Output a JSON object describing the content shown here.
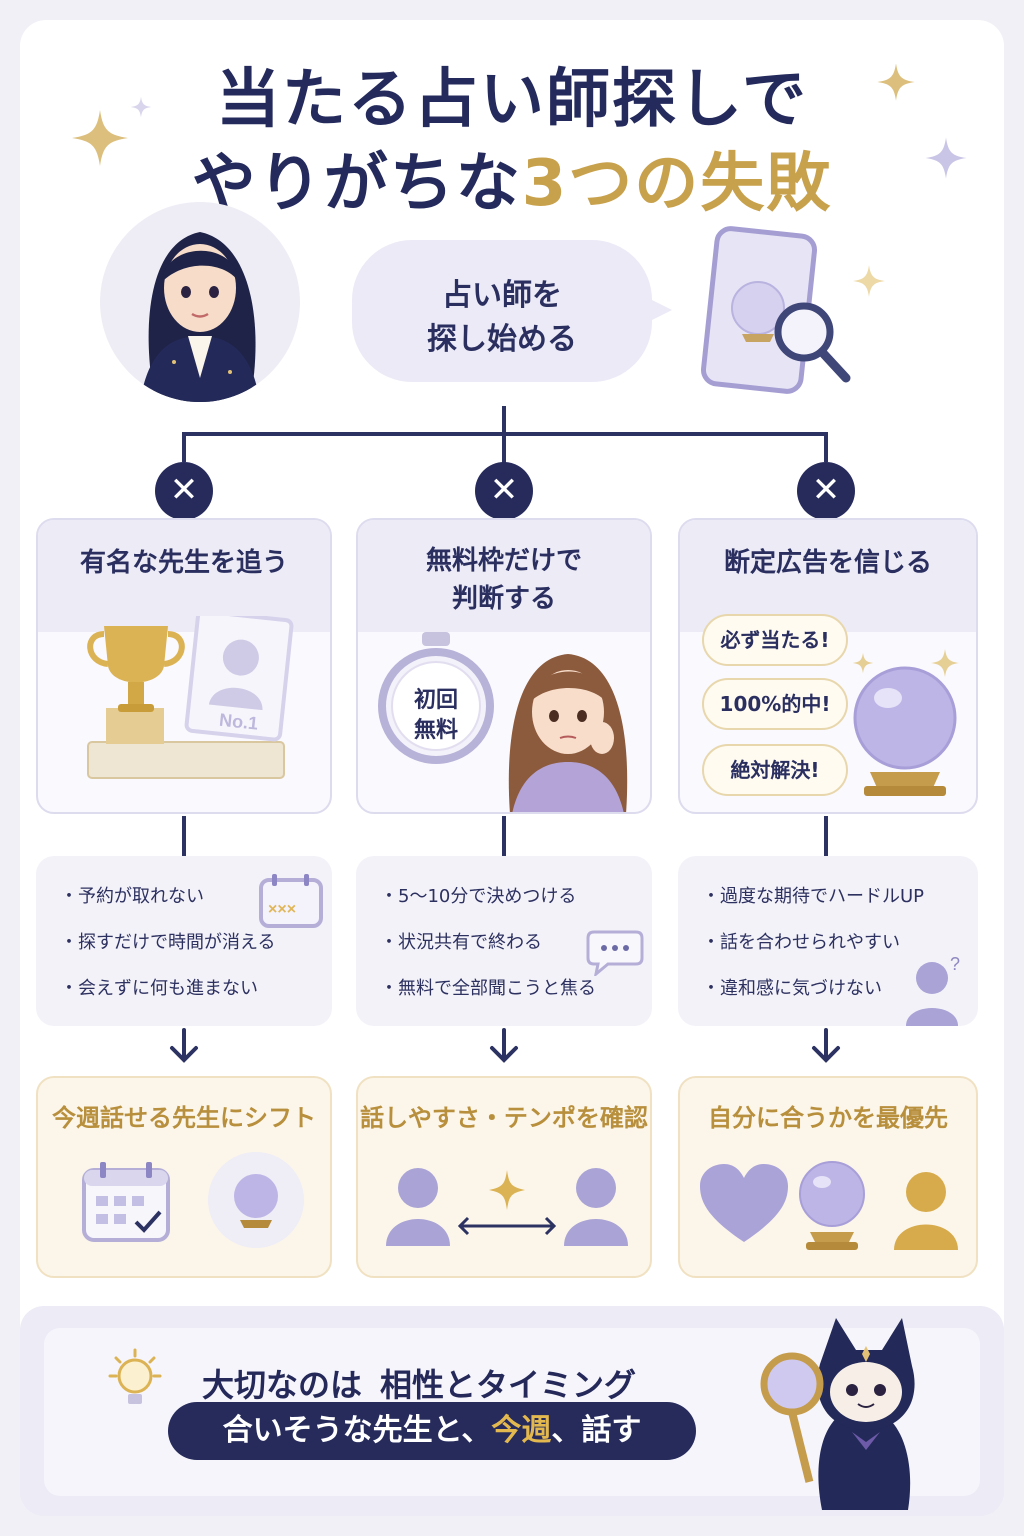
{
  "title": {
    "line1": "当たる占い師探しで",
    "line2_prefix": "やりがちな",
    "line2_highlight": "3つの失敗"
  },
  "start": {
    "line1": "占い師を",
    "line2": "探し始める"
  },
  "columns": [
    {
      "title": "有名な先生を追う",
      "badge": "No.1",
      "problems": [
        "・予約が取れない",
        "・探すだけで時間が消える",
        "・会えずに何も進まない"
      ],
      "solution": "今週話せる先生にシフト"
    },
    {
      "title_line1": "無料枠だけで",
      "title_line2": "判断する",
      "timer_line1": "初回",
      "timer_line2": "無料",
      "problems": [
        "・5〜10分で決めつける",
        "・状況共有で終わる",
        "・無料で全部聞こうと焦る"
      ],
      "solution": "話しやすさ・テンポを確認"
    },
    {
      "title": "断定広告を信じる",
      "ads": [
        "必ず当たる!",
        "100%的中!",
        "絶対解決!"
      ],
      "problems": [
        "・過度な期待でハードルUP",
        "・話を合わせられやすい",
        "・違和感に気づけない"
      ],
      "solution": "自分に合うかを最優先"
    }
  ],
  "footer": {
    "lead": "大切なのは",
    "key": "相性とタイミング",
    "bar_prefix": "合いそうな先生と、",
    "bar_highlight": "今週",
    "bar_suffix": "、話す"
  },
  "colors": {
    "navy": "#262b5c",
    "gold": "#c8a14c",
    "lavender": "#ebeaf6",
    "purple_figure": "#a9a3d6",
    "cream": "#fcf6ea"
  },
  "icons": [
    "sparkle-icon",
    "phone-search-icon",
    "crystal-ball-icon",
    "trophy-icon",
    "profile-card-icon",
    "stopwatch-icon",
    "calendar-icon",
    "chat-icon",
    "person-icon",
    "heart-icon",
    "lightbulb-icon",
    "cross-icon",
    "arrow-down-icon"
  ]
}
